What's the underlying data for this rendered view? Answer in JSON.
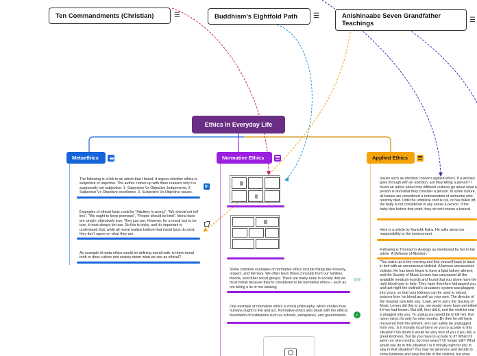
{
  "external_nodes": [
    {
      "title": "Ten Commandments (Christian)"
    },
    {
      "title": "Buddhism's Eightfold Path"
    },
    {
      "title": "Anishinaabe Seven Grandfather Teachings"
    }
  ],
  "root": {
    "title": "Ethics In Everyday Life"
  },
  "branches": {
    "metaethics": {
      "title": "Metaethics",
      "topics": [
        "The following is a link to an article that I found. It argues whether ethics is subjective or objective. The author comes up with three reasons why it is supposedly not subjective: 1- Subjective Vs Objective Judgements, 2- Subjective Vs Objective excellence, 3- Subjective Vs Objective Issues.",
        "Examples of ethical facts could be \"Adultery is wrong\", \"We should not tell lies\", \"We ought to keep promises\", \"People should be kind\". Moral facts are simply, objectively true. They just are. However, for a moral fact to be true, it must always be true. So this is tricky, and it's important to understand that, while all moral realists believe that moral facts do exist, they don't agree on what they are.",
        "An example of meta ethics would be defining moral truth. is there moral truth or does culture and society deem what we see as ethical?"
      ]
    },
    "normative": {
      "title": "Normative Ethics",
      "topics": [
        "Some common examples of normative ethics include things like honesty, respect, and fairness. We often learn these concepts from our families, friends, and other social groups. There are many rules in society that we must follow because they're considered to be normative ethics – such as not telling a lie or not stealing.",
        "One example of normative ethics is moral philosophy, which studies how humans ought to live and act. Normative ethics also deals with the ethical foundation of institutions such as schools, workplaces, and governments."
      ]
    },
    "applied": {
      "title": "Applied Ethics",
      "topics": [
        "Issues such as abortion concern applied ethics. If a woman goes through with an abortion, are they killing a person? I found an article about how different cultures go about what a person is and what they consider a person. In some culture, all babies are considered a reincarnation of someone who recently died. Until the umbilical cord is cut, or has fallen off, the baby is not considered in any sense a person. If the baby dies before that point, they do not receive a funeral.",
        "Here is a article by Kanishk Kalra. He talks about our responsibility to the environment.",
        "Following is Thomson's Analogy as mentioned by her in her article 'A Defense of Abortion.'",
        "\"You wake up in the morning and find yourself back to back in bed with an unconscious violinist. A famous unconscious violinist. He has been found to have a fatal kidney ailment, and the Society of Music Lovers has canvassed all the available medical records and found that you alone have the right blood type to help. They have therefore kidnapped you, and last night the violinist's circulatory system was plugged into yours, so that your kidneys can be used to extract poisons from his blood as well as your own. The director of the hospital now tells you, 'Look, we're sorry the Society of Music Lovers did this to you, we would never have permitted it if we had known. But still, they did it, and the violinist now is plugged into you. To unplug you would be to kill him. But never mind, it's only for nine months. By then he will have recovered from his ailment, and can safely be unplugged from you.' Is it morally incumbent on you to accede to this situation? No doubt it would be very nice of you if you did, a great kindness. But do you have to accede to it? What if it were not nine months, but nine years? Or longer still? What would you do in this situation? Is it morally right for you to stay in that situation? You may be generous and decide to show kindness and save the life of the violinist, but what would you choose if the period would be nine years instead of nine months. What if you had to stay in this condition with the violinist for your entire life?"
      ]
    }
  },
  "colors": {
    "root": "#6a2f84",
    "metaethics": "#1565d8",
    "normative": "#9b1fe0",
    "applied": "#f5a30a",
    "link_red": "#d01f6a",
    "link_blue": "#2a9ad8",
    "link_orange": "#f5a30a",
    "link_indigo": "#3a2fb0"
  },
  "icons": {
    "note": "note-icon",
    "menu": "menu-icon",
    "linkedin": "linkedin-icon",
    "external_link": "external-link-icon",
    "check": "check-icon",
    "glasses": "glasses-icon",
    "camera": "camera-icon"
  }
}
